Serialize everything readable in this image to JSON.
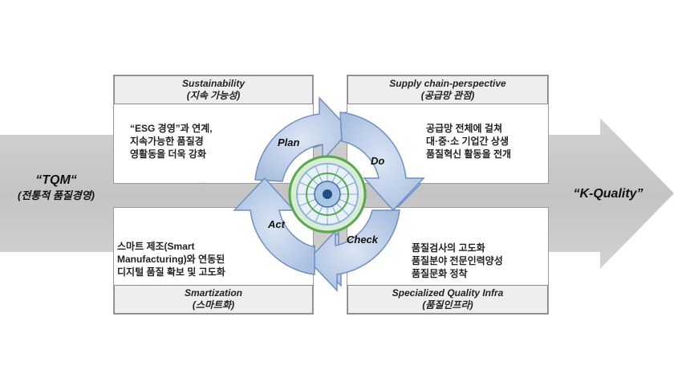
{
  "left": {
    "title": "“TQM“",
    "subtitle": "(전통적 품질경영)"
  },
  "right": {
    "title": "“K-Quality”"
  },
  "cycle": {
    "plan": "Plan",
    "do": "Do",
    "check": "Check",
    "act": "Act"
  },
  "boxes": {
    "top_left": {
      "header_en": "Sustainability",
      "header_ko": "(지속 가능성)",
      "body": "“ESG 경영”과 연계,\n지속가능한 품질경\n영활동을 더욱 강화"
    },
    "top_right": {
      "header_en": "Supply chain-perspective",
      "header_ko": "(공급망 관점)",
      "body": "공급망 전체에 걸쳐\n대·중·소 기업간 상생\n품질혁신 활동을 전개"
    },
    "bottom_left": {
      "header_en": "Smartization",
      "header_ko": "(스마트화)",
      "body": "스마트 제조(Smart\nManufacturing)와 연동된\n디지털 품질 확보 및 고도화"
    },
    "bottom_right": {
      "header_en": "Specialized Quality Infra",
      "header_ko": "(품질인프라)",
      "body": "품질검사의 고도화\n품질분야 전문인력양성\n품질문화 정착"
    }
  },
  "colors": {
    "band": "#c8c8c8",
    "cycle_arrow": "#bccde6",
    "cycle_border": "#6f8fc4",
    "center_green": "#5aa84c",
    "center_blue": "#1f4f82"
  }
}
